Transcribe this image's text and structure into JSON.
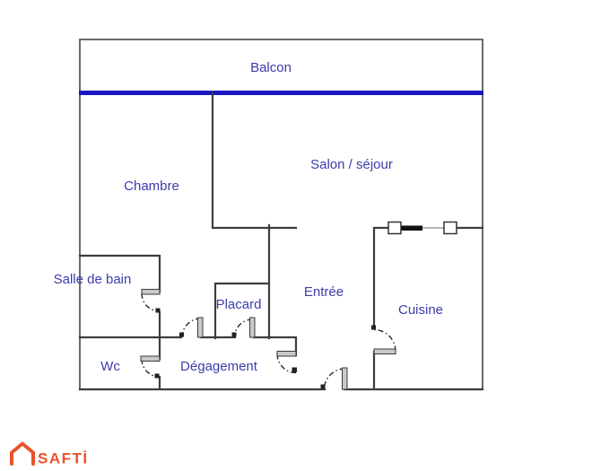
{
  "floorplan": {
    "labels": {
      "balcon": "Balcon",
      "chambre": "Chambre",
      "salon": "Salon / séjour",
      "salle_de_bain": "Salle de bain",
      "placard": "Placard",
      "entree": "Entrée",
      "cuisine": "Cuisine",
      "wc": "Wc",
      "degagement": "Dégagement"
    },
    "colors": {
      "wall_outer": "#6a6a6a",
      "wall_inner": "#3d3d3d",
      "balcony_line": "#1818bf",
      "label_text": "#3c3caa",
      "door_leaf": "#c9c9c9",
      "window_bar": "#111111"
    }
  },
  "footer": {
    "brand": "SAFTİ",
    "brand_color": "#e8532a"
  }
}
